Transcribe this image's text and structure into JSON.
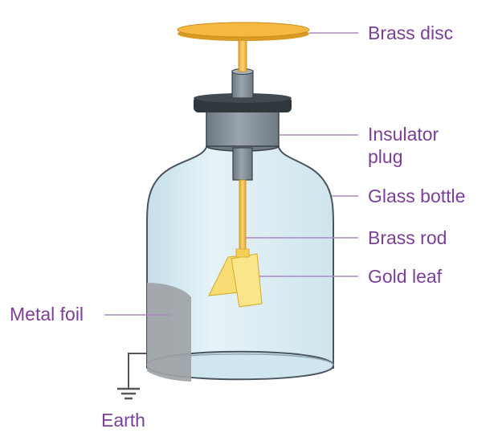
{
  "labels": {
    "brass_disc": "Brass disc",
    "insulator_plug_line1": "Insulator",
    "insulator_plug_line2": "plug",
    "glass_bottle": "Glass bottle",
    "brass_rod": "Brass rod",
    "gold_leaf": "Gold leaf",
    "metal_foil": "Metal foil",
    "earth": "Earth"
  },
  "colors": {
    "label_text": "#7b3f98",
    "leader_line": "#a98bc0",
    "brass": "#f5b942",
    "glass": "#d8ecf3",
    "glass_outline": "#4a5560",
    "insulator": "#7f8a94",
    "stopper_rim": "#30373d",
    "gold_leaf": "#f7dd73",
    "metal_foil": "#9ea3a6",
    "water": "#cfe6ef"
  }
}
